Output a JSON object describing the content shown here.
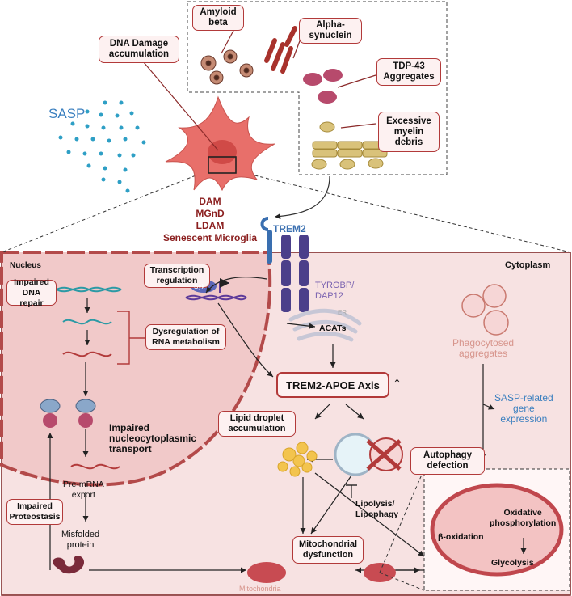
{
  "top_panel": {
    "amyloid_beta": "Amyloid\nbeta",
    "alpha_synuclein": "Alpha-\nsynuclein",
    "tdp43": "TDP-43\nAggregates",
    "myelin": "Excessive\nmyelin\ndebris"
  },
  "dna_damage": "DNA Damage\naccumulation",
  "sasp": "SASP",
  "microglia_states": [
    "DAM",
    "MGnD",
    "LDAM",
    "Senescent Microglia"
  ],
  "trem2": "TREM2",
  "nucleus": "Nucleus",
  "cytoplasm": "Cytoplasm",
  "transcription_regulation": "Transcription\nregulation",
  "syk": "Syk",
  "tyrobp": "TYROBP/\nDAP12",
  "er": "ER",
  "acats": "ACATs",
  "trem2_apoe_axis": "TREM2-APOE Axis",
  "up_arrow": "↑",
  "impaired_dna_repair": "Impaired\nDNA repair",
  "rna_dysregulation": "Dysregulation of\nRNA metabolism",
  "impaired_transport": "Impaired\nnucleocytoplasmic\ntransport",
  "pre_mrna_export": "Pre-mRNA\nexport",
  "impaired_proteostasis": "Impaired\nProteostasis",
  "misfolded_protein": "Misfolded\nprotein",
  "lipid_droplet": "Lipid droplet\naccumulation",
  "phagocytosed": "Phagocytosed\naggregates",
  "sasp_gene": "SASP-related\ngene\nexpression",
  "autophagy": "Autophagy\ndefection",
  "lipolysis": "Lipolysis/\nLipophagy",
  "mito_dysfunction": "Mitochondrial\ndysfunction",
  "mitochondria": "Mitochondria",
  "beta_oxidation": "β-oxidation",
  "oxphos": "Oxidative\nphosphorylation",
  "glycolysis": "Glycolysis"
}
